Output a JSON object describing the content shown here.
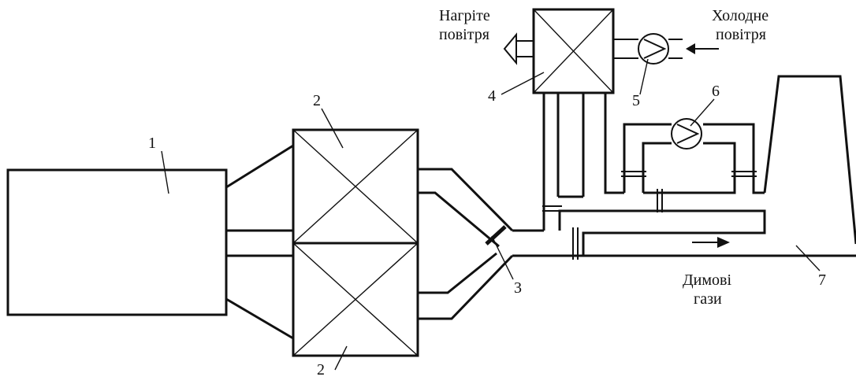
{
  "labels": {
    "n1": "1",
    "n2_top": "2",
    "n2_bottom": "2",
    "n3": "3",
    "n4": "4",
    "n5": "5",
    "n6": "6",
    "n7": "7"
  },
  "captions": {
    "hot_air_line1": "Нагріте",
    "hot_air_line2": "повітря",
    "cold_air_line1": "Холодне",
    "cold_air_line2": "повітря",
    "flue_gas_line1": "Димові",
    "flue_gas_line2": "гази"
  },
  "colors": {
    "ink": "#111111",
    "background": "#ffffff"
  }
}
